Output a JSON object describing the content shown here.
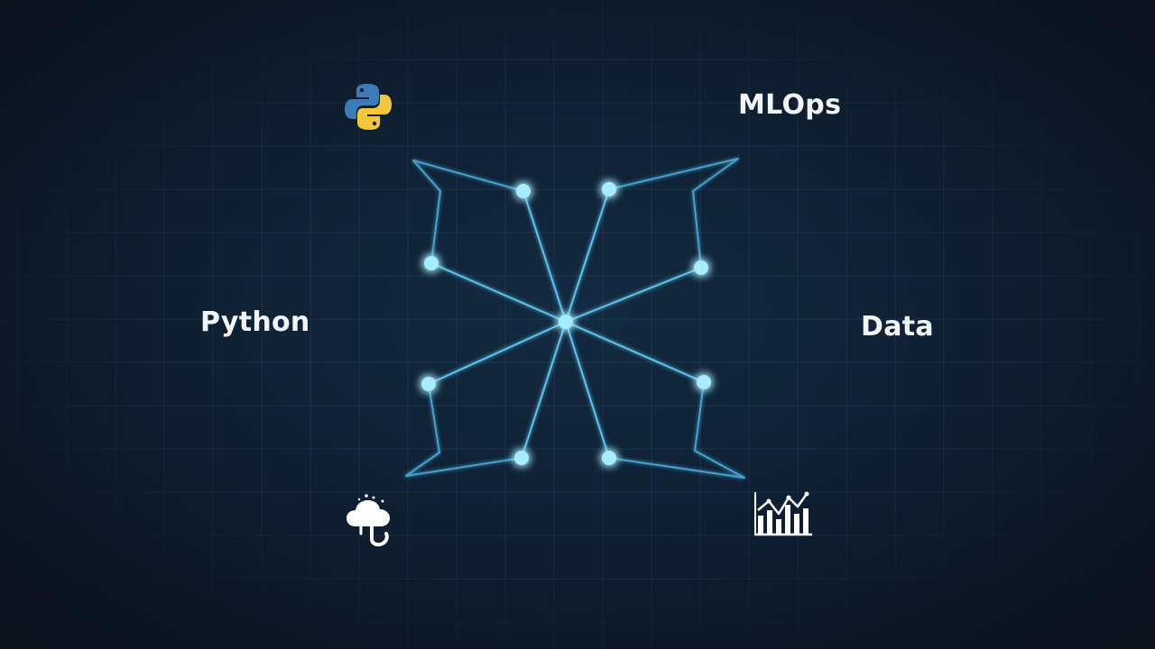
{
  "labels": {
    "left": "Python",
    "right": "Data",
    "top_right": "MLOps"
  },
  "icons": {
    "top_left": "python-logo-icon",
    "bottom_left": "cloud-icon",
    "bottom_right": "bar-chart-icon"
  },
  "colors": {
    "background": "#0d1a2b",
    "grid": "#1d3852",
    "line": "#4fb8e8",
    "node": "#8fe4ff",
    "node_glow": "#3fc0ff",
    "label": "#f2f6fa",
    "python_blue": "#3d7ab8",
    "python_yellow": "#f4c73b"
  }
}
